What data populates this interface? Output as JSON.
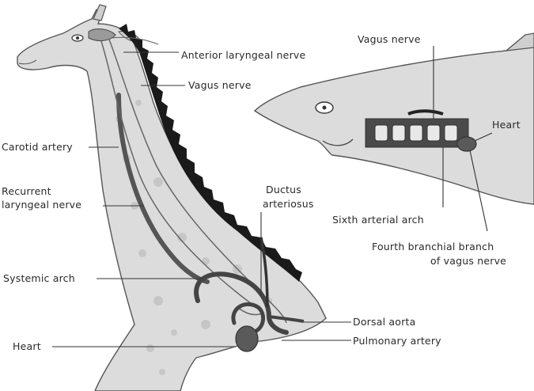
{
  "labels": {
    "anterior_laryngeal_nerve": "Anterior laryngeal nerve",
    "vagus_nerve_giraffe": "Vagus nerve",
    "carotid_artery": "Carotid artery",
    "recurrent_laryngeal_nerve_line1": "Recurrent",
    "recurrent_laryngeal_nerve_line2": "laryngeal nerve",
    "ductus_arteriosus_line1": "Ductus",
    "ductus_arteriosus_line2": "arteriosus",
    "systemic_arch": "Systemic arch",
    "heart_giraffe": "Heart",
    "dorsal_aorta": "Dorsal aorta",
    "pulmonary_artery": "Pulmonary artery",
    "vagus_nerve_shark": "Vagus nerve",
    "heart_shark": "Heart",
    "sixth_arterial_arch": "Sixth arterial arch",
    "fourth_branchial_branch_line1": "Fourth branchial branch",
    "fourth_branchial_branch_line2": "of vagus nerve"
  }
}
